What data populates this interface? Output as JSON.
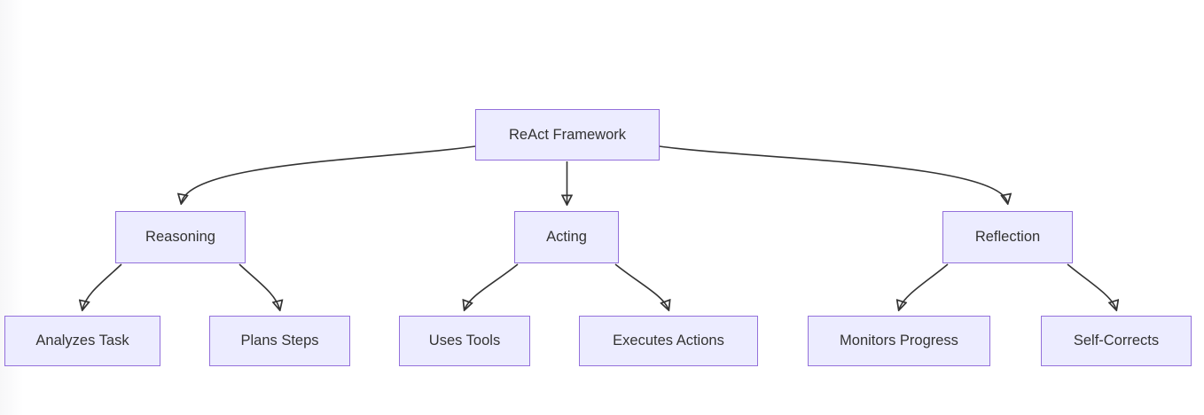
{
  "diagram": {
    "type": "flowchart-top-down",
    "nodes": {
      "react": {
        "label": "ReAct Framework"
      },
      "reasoning": {
        "label": "Reasoning"
      },
      "acting": {
        "label": "Acting"
      },
      "reflection": {
        "label": "Reflection"
      },
      "analyzes": {
        "label": "Analyzes Task"
      },
      "plans": {
        "label": "Plans Steps"
      },
      "uses": {
        "label": "Uses Tools"
      },
      "executes": {
        "label": "Executes Actions"
      },
      "monitors": {
        "label": "Monitors Progress"
      },
      "self": {
        "label": "Self-Corrects"
      }
    },
    "edges": [
      {
        "from": "react",
        "to": "reasoning"
      },
      {
        "from": "react",
        "to": "acting"
      },
      {
        "from": "react",
        "to": "reflection"
      },
      {
        "from": "reasoning",
        "to": "analyzes"
      },
      {
        "from": "reasoning",
        "to": "plans"
      },
      {
        "from": "acting",
        "to": "uses"
      },
      {
        "from": "acting",
        "to": "executes"
      },
      {
        "from": "reflection",
        "to": "monitors"
      },
      {
        "from": "reflection",
        "to": "self"
      }
    ],
    "colors": {
      "node_fill": "#ECECFF",
      "node_border": "#9370DB",
      "edge": "#333333",
      "text": "#333333",
      "background": "#ffffff"
    }
  }
}
